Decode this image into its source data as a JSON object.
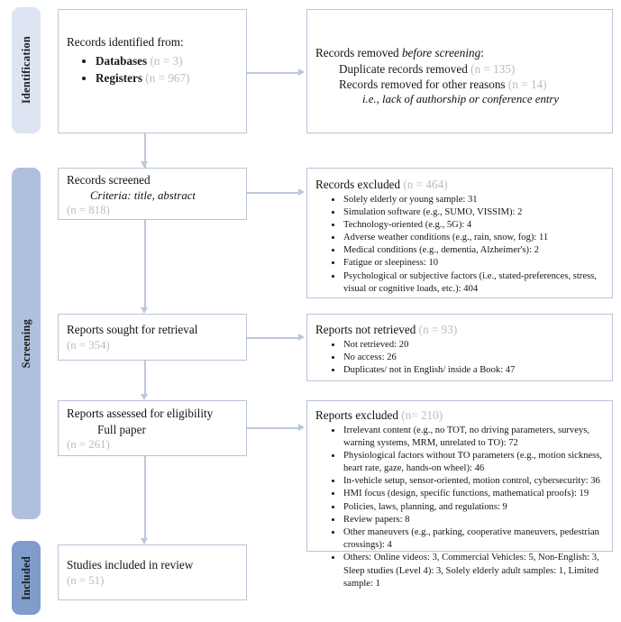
{
  "stages": [
    {
      "id": "identification",
      "label": "Identification",
      "color": "#dde4f2"
    },
    {
      "id": "screening",
      "label": "Screening",
      "color": "#aec0dd"
    },
    {
      "id": "included",
      "label": "Included",
      "color": "#7f9ccb"
    }
  ],
  "boxes": {
    "identified": {
      "title": "Records identified from:",
      "items": [
        {
          "label": "Databases",
          "count": "(n = 3)"
        },
        {
          "label": "Registers",
          "count": "(n = 967)"
        }
      ]
    },
    "removed": {
      "title_a": "Records removed ",
      "title_b": "before screening",
      "title_c": ":",
      "line1_text": "Duplicate records removed ",
      "line1_count": "(n = 135)",
      "line2_text": "Records removed for other reasons ",
      "line2_count": "(n = 14)",
      "line3_italic": "i.e., lack of authorship or conference entry"
    },
    "screened": {
      "title": "Records screened",
      "criteria": "Criteria: title, abstract",
      "count": "(n = 818)"
    },
    "excluded1": {
      "title": "Records excluded ",
      "count": "(n = 464)",
      "items": [
        "Solely elderly or young sample: 31",
        "Simulation software (e.g., SUMO, VISSIM): 2",
        "Technology-oriented (e.g., 5G): 4",
        "Adverse weather conditions (e.g., rain, snow, fog): 11",
        "Medical conditions (e.g., dementia, Alzheimer's): 2",
        "Fatigue or sleepiness: 10",
        "Psychological or subjective factors (i.e., stated-preferences, stress, visual or cognitive loads, etc.): 404"
      ]
    },
    "sought": {
      "title": "Reports sought for retrieval",
      "count": "(n = 354)"
    },
    "notretrieved": {
      "title": "Reports not retrieved ",
      "count": "(n = 93)",
      "items": [
        "Not retrieved: 20",
        "No access: 26",
        "Duplicates/ not in English/ inside a Book: 47"
      ]
    },
    "assessed": {
      "title": "Reports assessed for eligibility",
      "subtitle": "Full paper",
      "count": "(n = 261)"
    },
    "excluded2": {
      "title": "Reports excluded ",
      "count": "(n= 210)",
      "items": [
        "Irrelevant content (e.g., no TOT, no driving parameters, surveys, warning systems, MRM, unrelated to TO): 72",
        "Physiological factors without TO parameters (e.g., motion sickness, heart rate, gaze, hands-on wheel): 46",
        "In-vehicle setup, sensor-oriented, motion control, cybersecurity: 36",
        "HMI focus (design, specific functions, mathematical proofs): 19",
        "Policies, laws, planning, and regulations: 9",
        "Review papers: 8",
        "Other maneuvers (e.g., parking, cooperative maneuvers, pedestrian crossings): 4",
        "Others: Online videos: 3, Commercial Vehicles: 5, Non-English: 3, Sleep studies (Level 4): 3, Solely elderly adult samples: 1, Limited sample: 1"
      ]
    },
    "included": {
      "title": "Studies included in review",
      "count": "(n = 51)"
    }
  },
  "colors": {
    "connector": "#bdc7da",
    "box_border": "#b8c4da",
    "count_text": "#b9bcc2"
  }
}
